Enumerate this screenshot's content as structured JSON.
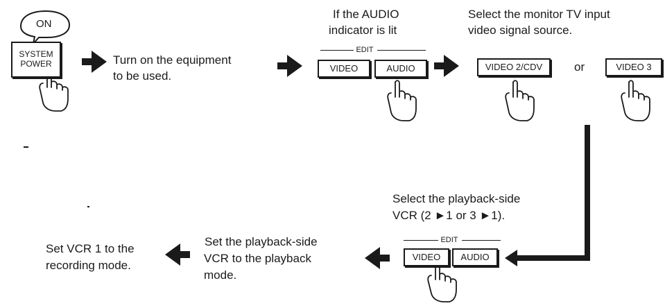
{
  "step1": {
    "on_label": "ON",
    "power_line1": "SYSTEM",
    "power_line2": "POWER",
    "text_line1": "Turn on the equipment",
    "text_line2": "to be used."
  },
  "step2": {
    "text_line1": "If the AUDIO",
    "text_line2": "indicator is lit",
    "edit_label": "EDIT",
    "video_label": "VIDEO",
    "audio_label": "AUDIO"
  },
  "step3": {
    "text_line1": "Select the monitor TV input",
    "text_line2": "video signal source.",
    "video2_label": "VIDEO 2/CDV",
    "or_label": "or",
    "video3_label": "VIDEO 3"
  },
  "step4": {
    "text_line1": "Select the playback-side",
    "text_line2": "VCR (2 ►1 or 3 ►1).",
    "edit_label": "EDIT",
    "video_label": "VIDEO",
    "audio_label": "AUDIO"
  },
  "step5": {
    "text_line1": "Set the playback-side",
    "text_line2": "VCR to the playback",
    "text_line3": "mode."
  },
  "step6": {
    "text_line1": "Set VCR 1 to the",
    "text_line2": "recording mode."
  },
  "colors": {
    "ink": "#1a1a1a",
    "paper": "#ffffff"
  },
  "icons": [
    "pointing-hand-icon",
    "speech-bubble",
    "arrow-right-icon",
    "arrow-left-icon"
  ]
}
